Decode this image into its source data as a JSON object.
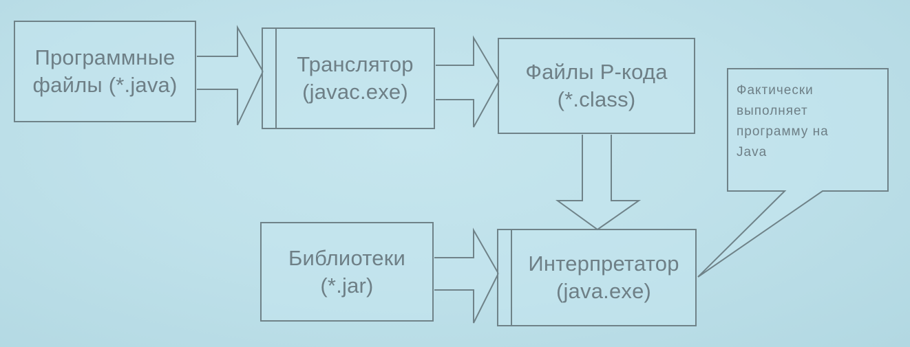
{
  "diagram": {
    "source_files": {
      "line1": "Программные",
      "line2": "файлы (*.java)"
    },
    "translator": {
      "line1": "Транслятор",
      "line2": "(javac.exe)"
    },
    "pcode_files": {
      "line1": "Файлы P-кода",
      "line2": "(*.class)"
    },
    "libraries": {
      "line1": "Библиотеки",
      "line2": "(*.jar)"
    },
    "interpreter": {
      "line1": "Интерпретатор",
      "line2": "(java.exe)"
    },
    "callout": {
      "line1": "Фактически",
      "line2": "выполняет",
      "line3": "программу на",
      "line4": "Java"
    }
  }
}
